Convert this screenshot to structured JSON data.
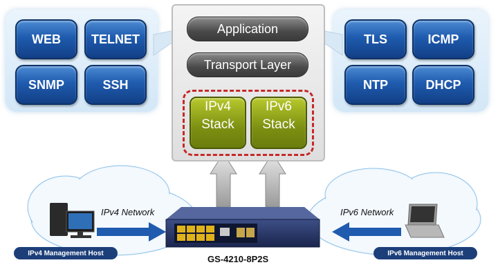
{
  "left_protocols": [
    "WEB",
    "TELNET",
    "SNMP",
    "SSH"
  ],
  "right_protocols": [
    "TLS",
    "ICMP",
    "NTP",
    "DHCP"
  ],
  "stack": {
    "application": "Application",
    "transport": "Transport Layer",
    "ipv4": [
      "IPv4",
      "Stack"
    ],
    "ipv6": [
      "IPv6",
      "Stack"
    ]
  },
  "network": {
    "ipv4_label": "IPv4 Network",
    "ipv6_label": "IPv6 Network",
    "ipv4_host": "IPv4 Management Host",
    "ipv6_host": "IPv6 Management Host",
    "switch_model": "GS-4210-8P2S"
  },
  "colors": {
    "protocol_blue": "#1f5bae",
    "stack_green": "#7d9012",
    "dashed_red": "#c62828",
    "arrow_blue": "#1f5bae"
  }
}
